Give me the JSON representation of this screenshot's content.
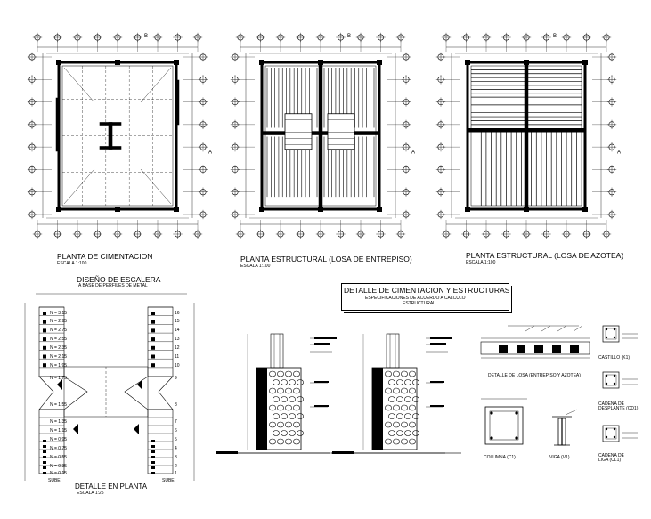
{
  "plans": {
    "p1": {
      "title": "PLANTA DE CIMENTACION",
      "scale": "ESCALA 1:100"
    },
    "p2": {
      "title": "PLANTA ESTRUCTURAL (LOSA DE ENTREPISO)",
      "scale": "ESCALA 1:100"
    },
    "p3": {
      "title": "PLANTA ESTRUCTURAL (LOSA DE AZOTEA)",
      "scale": "ESCALA 1:100"
    }
  },
  "stair": {
    "title": "DISEÑO DE ESCALERA",
    "subtitle": "A BASE DE PERFILES DE METAL",
    "left_steps": [
      "3.15",
      "2.95",
      "2.75",
      "2.55",
      "2.35",
      "2.15",
      "1.95",
      "1.75",
      "1.55",
      "1.35",
      "1.15",
      "0.95",
      "0.75",
      "0.55",
      "0.35",
      "0.15"
    ],
    "right_steps": [
      "16",
      "15",
      "14",
      "13",
      "12",
      "11",
      "10",
      "9",
      "8",
      "7",
      "6",
      "5",
      "4",
      "3",
      "2",
      "1"
    ],
    "left_label": "SUBE",
    "right_label": "SUBE",
    "detail_title": "DETALLE EN PLANTA",
    "detail_scale": "ESCALA 1:25"
  },
  "details": {
    "title": "DETALLE DE CIMENTACION Y ESTRUCTURAS",
    "subtitle_1": "ESPECIFICACIONES DE ACUERDO A CALCULO",
    "subtitle_2": "ESTRUCTURAL",
    "losa": "DETALLE DE LOSA (ENTREPISO Y AZOTEA)",
    "castillo": "CASTILLO (K1)",
    "cadena_desplante": "CADENA DE DESPLANTE (CD1)",
    "columna": "COLUMNA (C1)",
    "viga": "VIGA (V1)",
    "cadena_liga": "CADENA DE LIGA (CL1)"
  }
}
